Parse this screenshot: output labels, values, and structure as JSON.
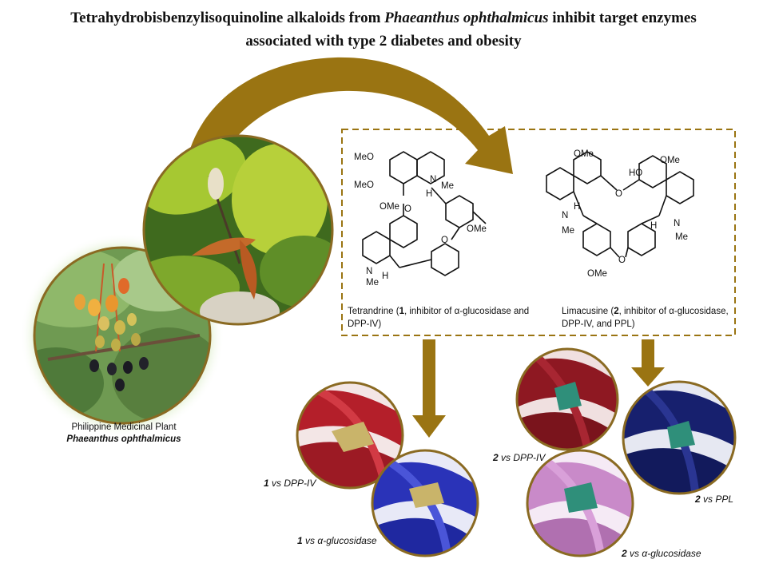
{
  "title": {
    "line1_pre": "Tetrahydrobisbenzylisoquinoline alkaloids from ",
    "line1_species": "Phaeanthus ophthalmicus",
    "line1_post": " inhibit target enzymes",
    "line2": "associated with type 2 diabetes and obesity"
  },
  "plant": {
    "label": "Philippine Medicinal Plant",
    "species": "Phaeanthus ophthalmicus"
  },
  "compounds": [
    {
      "name_pre": "Tetrandrine (",
      "number": "1",
      "name_post": ", inhibitor of α-glucosidase and DPP-IV)"
    },
    {
      "name_pre": "Limacusine (",
      "number": "2",
      "name_post": ", inhibitor of α-glucosidase, DPP-IV, and PPL)"
    }
  ],
  "structure_labels": {
    "MeO": "MeO",
    "OMe": "OMe",
    "HO": "HO",
    "O": "O",
    "N": "N",
    "Me": "Me",
    "H": "H"
  },
  "docking": [
    {
      "compound": "1",
      "vs": "vs",
      "target": "DPP-IV"
    },
    {
      "compound": "1",
      "vs": "vs",
      "target": "α-glucosidase"
    },
    {
      "compound": "2",
      "vs": "vs",
      "target": "DPP-IV"
    },
    {
      "compound": "2",
      "vs": "vs",
      "target": "PPL"
    },
    {
      "compound": "2",
      "vs": "vs",
      "target": "α-glucosidase"
    }
  ],
  "colors": {
    "arrow": "#9a7412",
    "circle_border": "#8a6a22",
    "dpp4_1": "#b41f2a",
    "agluc_1": "#2a33b8",
    "dpp4_2": "#8e1822",
    "ppl_2": "#17206e",
    "agluc_2": "#c98ac9",
    "ligand_1": "#c9b46a",
    "ligand_2": "#2f8f7a"
  }
}
